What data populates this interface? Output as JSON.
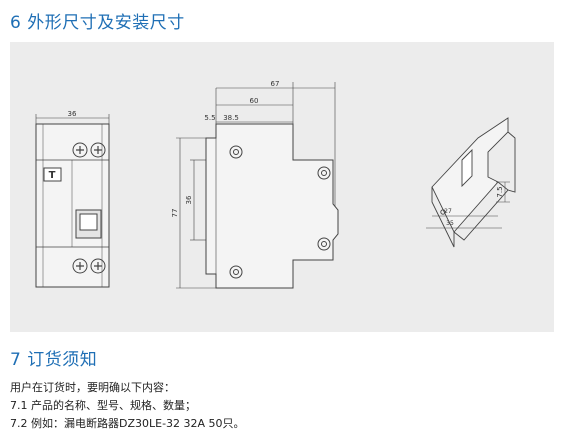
{
  "section6": {
    "heading": "6 外形尺寸及安装尺寸"
  },
  "drawing": {
    "front": {
      "width_label": "36",
      "logo_letter": "T"
    },
    "side": {
      "dim_67": "67",
      "dim_60": "60",
      "dim_5_5": "5.5",
      "dim_38_5": "38.5",
      "dim_77": "77",
      "dim_36": "36"
    },
    "rail": {
      "dim_7_5": "7.5",
      "dim_27": "27",
      "dim_35": "35"
    }
  },
  "section7": {
    "heading": "7 订货须知",
    "lines": [
      "用户在订货时，要明确以下内容：",
      "7.1 产品的名称、型号、规格、数量；",
      "7.2 例如：漏电断路器DZ30LE-32 32A   50只。"
    ]
  },
  "colors": {
    "heading": "#1f6fb5",
    "panel": "#ececec",
    "ink": "#333333"
  }
}
